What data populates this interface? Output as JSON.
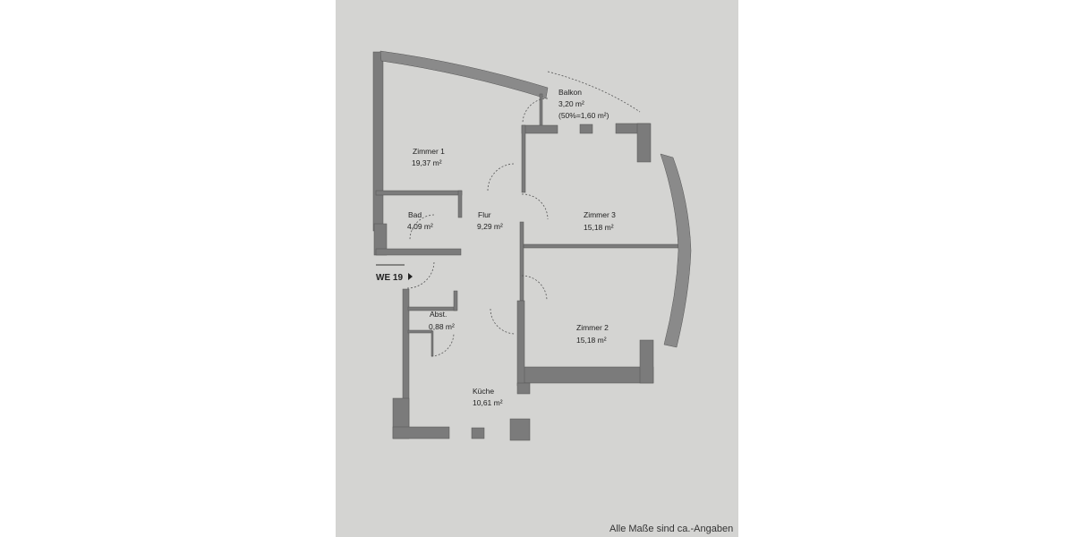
{
  "plan": {
    "unit_label": "WE 19",
    "rooms": [
      {
        "name": "Zimmer 1",
        "area": "19,37 m²"
      },
      {
        "name": "Balkon",
        "area": "3,20 m²",
        "note": "(50%=1,60 m²)"
      },
      {
        "name": "Bad",
        "area": "4,09 m²"
      },
      {
        "name": "Flur",
        "area": "9,29 m²"
      },
      {
        "name": "Zimmer 3",
        "area": "15,18 m²"
      },
      {
        "name": "Abst.",
        "area": "0,88 m²"
      },
      {
        "name": "Zimmer 2",
        "area": "15,18 m²"
      },
      {
        "name": "Küche",
        "area": "10,61 m²"
      }
    ],
    "footnote": "Alle Maße sind ca.-Angaben",
    "colors": {
      "paper": "#d4d4d2",
      "wall": "#7b7b7b"
    }
  }
}
